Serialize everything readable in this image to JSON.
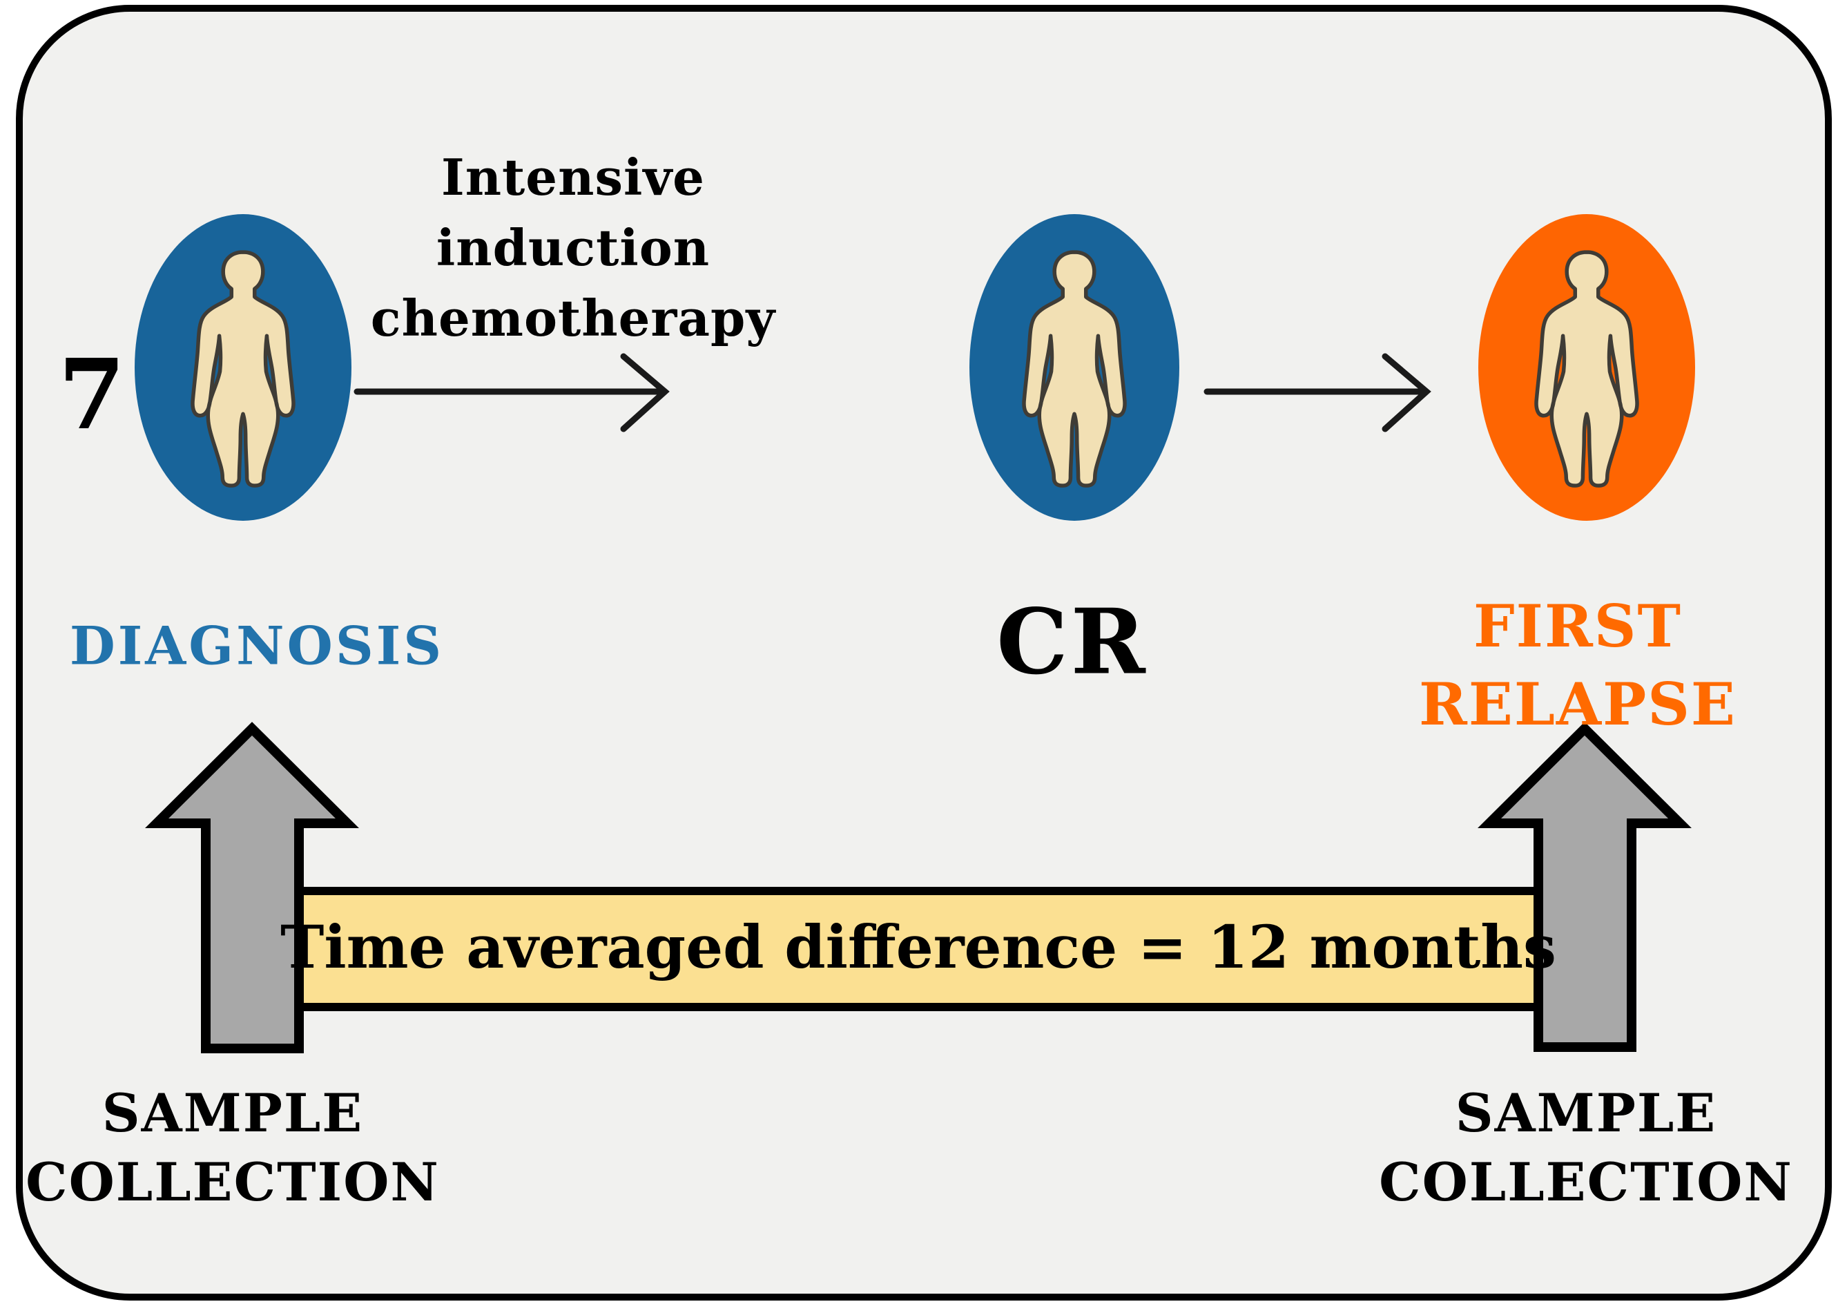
{
  "figure": {
    "panel": {
      "background": "#f1f1ef",
      "border_color": "#000000"
    },
    "patient_count": "7",
    "stages": [
      {
        "id": "diagnosis",
        "label": "DIAGNOSIS",
        "ellipse_color": "#18649a",
        "label_color": "#2273ac"
      },
      {
        "id": "complete-remission",
        "label": "CR",
        "ellipse_color": "#18649a",
        "label_color": "#000000"
      },
      {
        "id": "first-relapse",
        "label_lines": [
          "FIRST",
          "RELAPSE"
        ],
        "ellipse_color": "#fe6502",
        "label_color": "#ff6a00"
      }
    ],
    "transition": {
      "label_lines": [
        "Intensive",
        "induction",
        "chemotherapy"
      ]
    },
    "timeline_bar": {
      "label": "Time averaged difference = 12 months",
      "fill": "#fbe092"
    },
    "sample_collection_left": {
      "lines": [
        "SAMPLE",
        "COLLECTION"
      ]
    },
    "sample_collection_right": {
      "lines": [
        "SAMPLE",
        "COLLECTION"
      ]
    },
    "figure_skin_color": "#f2e0b4",
    "block_arrow_fill": "#a8a8a8"
  }
}
